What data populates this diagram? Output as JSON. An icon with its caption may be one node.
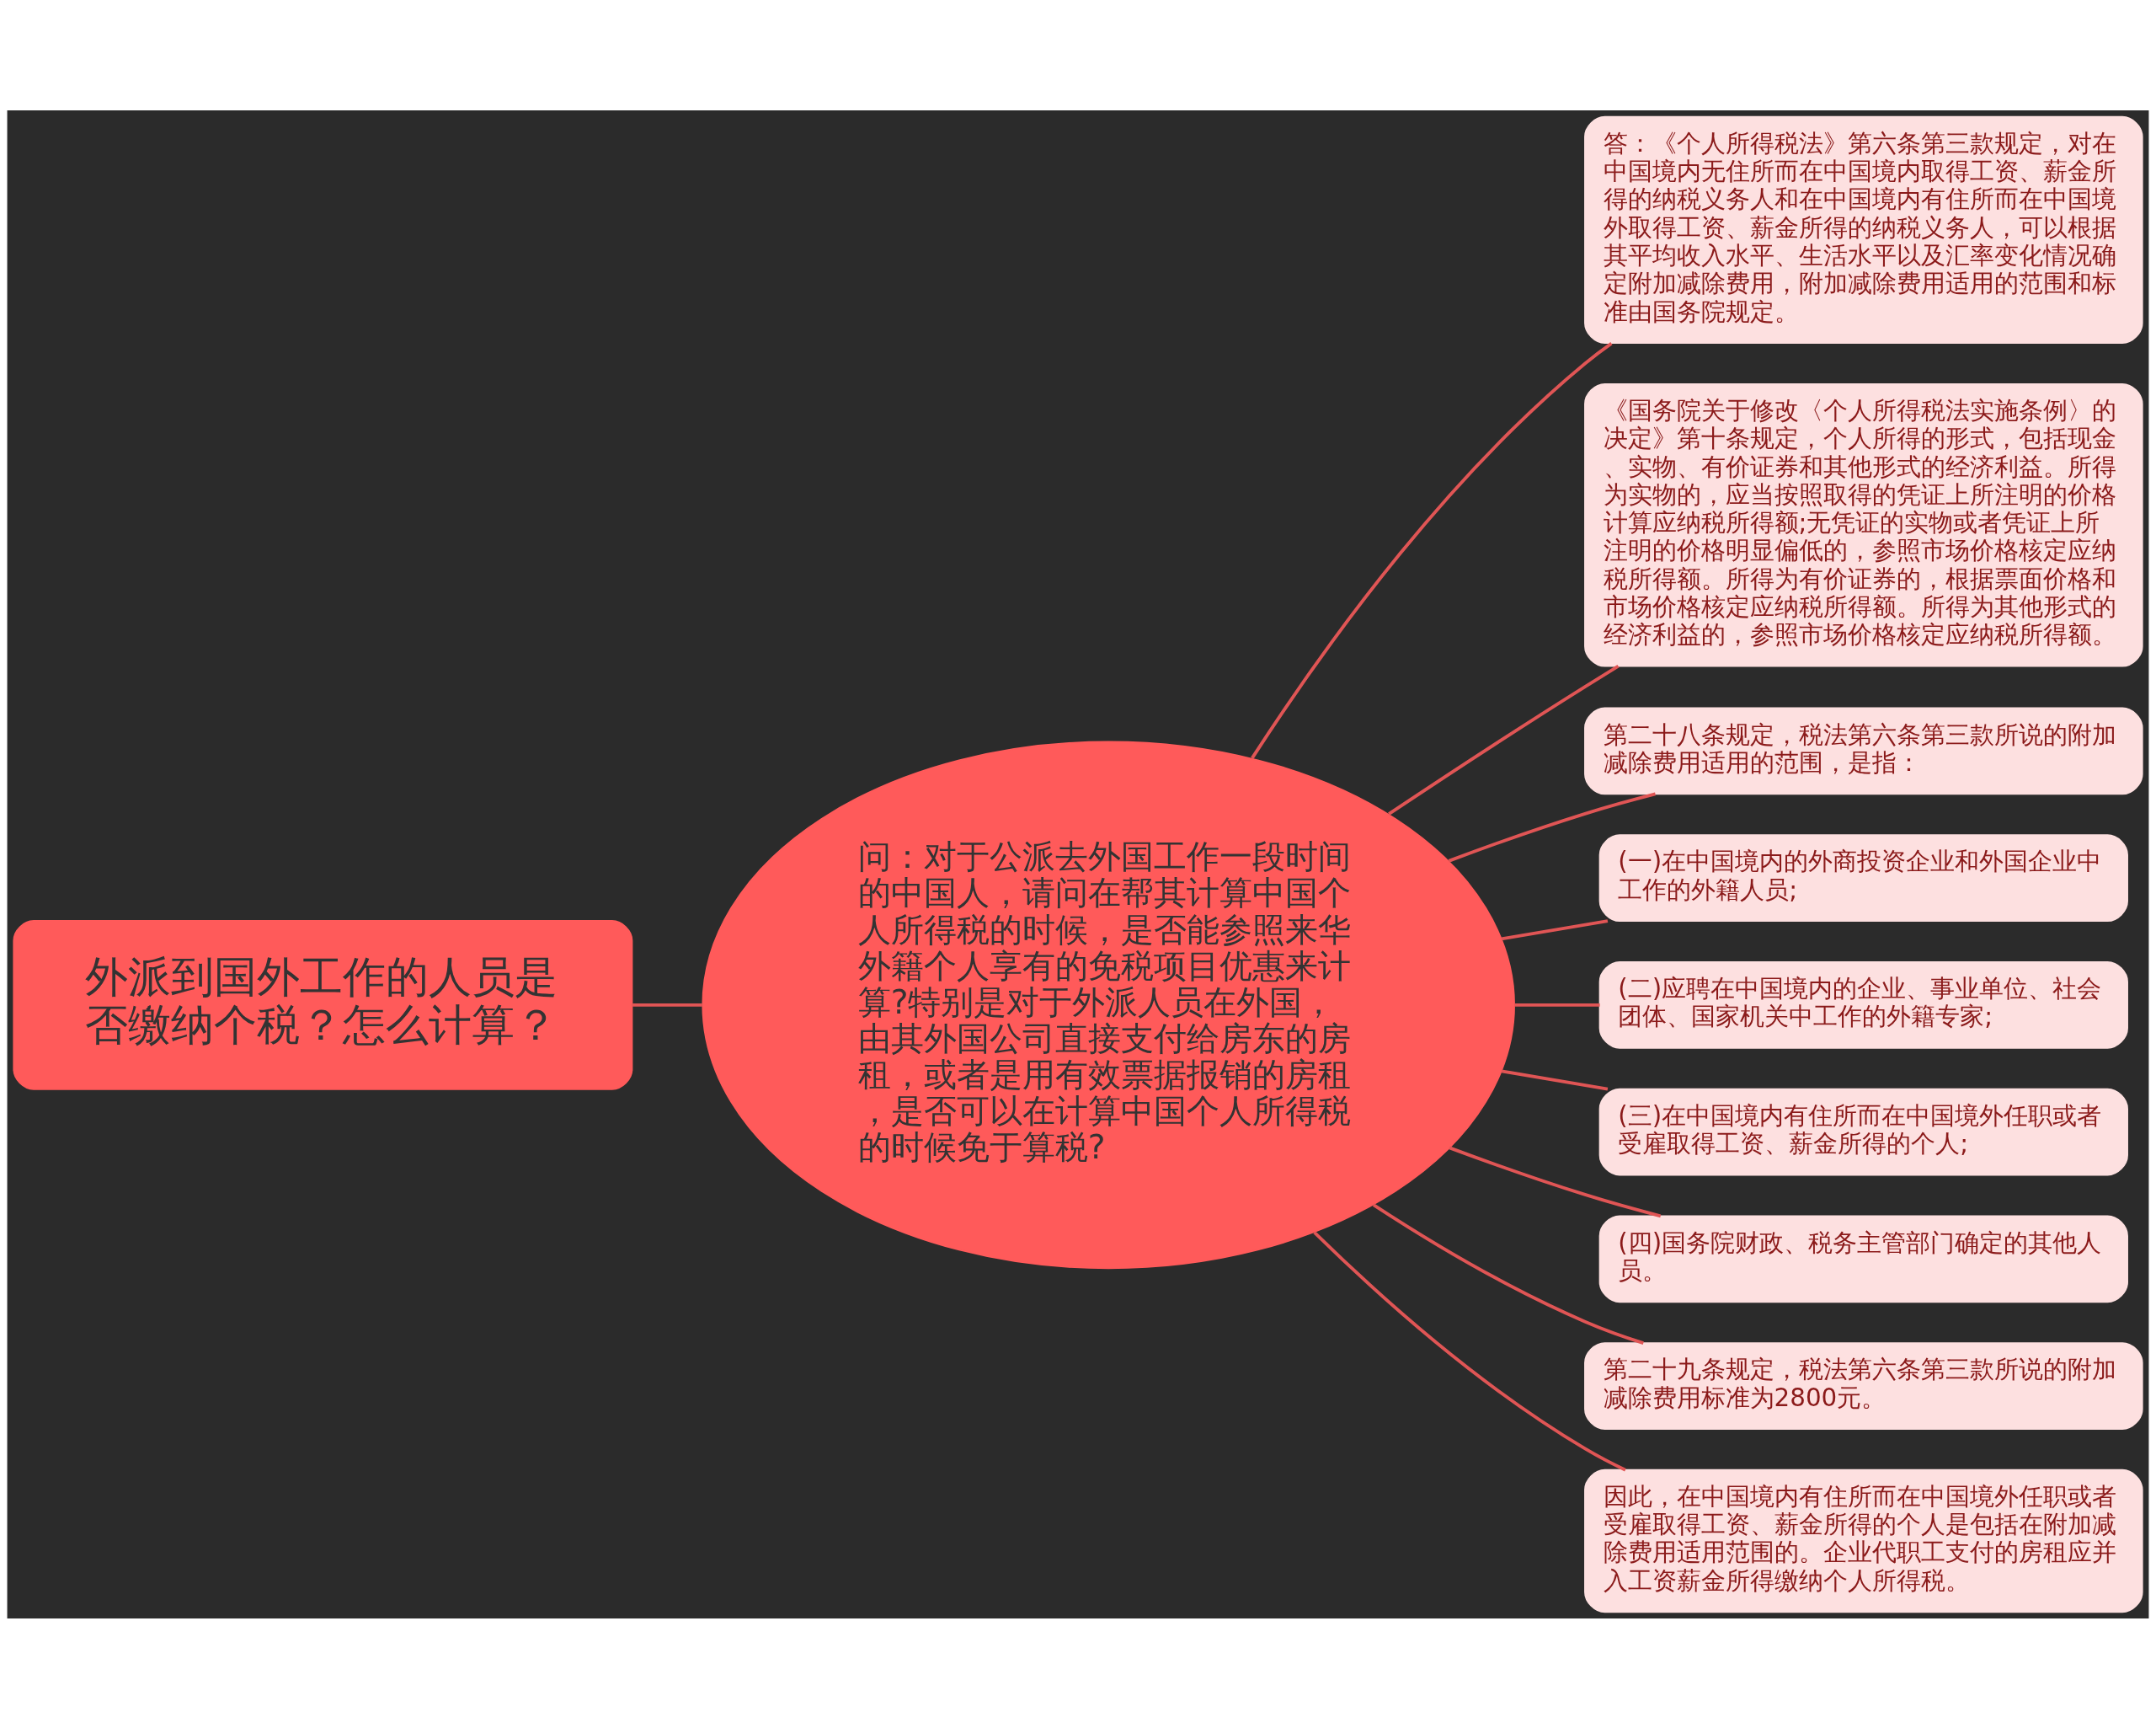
{
  "diagram": {
    "nodes": [
      {
        "text": [
          "外派到国外工作的人员是否缴纳个税？怎么计算？"
        ]
      },
      {
        "text": [
          "问：对于公派去外国工作一段时间的中国人，请问在帮其计算中国个人所得税的时候，是否能参照来华外籍个人享有的免税项目优惠来计算?特别是对于外派人员在外国，由其外国公司直接支付给房东的房租，或者是用有效票据报销的房租，是否可以在计算中国个人所得税的时候免于算税?"
        ]
      },
      {
        "text": [
          "答：《个人所得税法》第六条第三款规定，对在中国境内无住所而在中国境内取得工资、薪金所得的纳税义务人和在中国境内有住所而在中国境外取得工资、薪金所得的纳税义务人，可以根据其平均收入水平、生活水平以及汇率变化情况确定附加减除费用，附加减除费用适用的范围和标准由国务院规定。"
        ]
      },
      {
        "text": [
          "《国务院关于修改〈个人所得税法实施条例〉的决定》第十条规定，个人所得的形式，包括现金、实物、有价证券和其他形式的经济利益。所得为实物的，应当按照取得的凭证上所注明的价格计算应纳税所得额;无凭证的实物或者凭证上所注明的价格明显偏低的，参照市场价格核定应纳税所得额。所得为有价证券的，根据票面价格和市场价格核定应纳税所得额。所得为其他形式的经济利益的，参照市场价格核定应纳税所得额。"
        ]
      },
      {
        "text": [
          "第二十八条规定，税法第六条第三款所说的附加减除费用适用的范围，是指："
        ]
      },
      {
        "text": [
          "(一)在中国境内的外商投资企业和外国企业中工作的外籍人员;"
        ]
      },
      {
        "text": [
          "(二)应聘在中国境内的企业、事业单位、社会团体、国家机关中工作的外籍专家;"
        ]
      },
      {
        "text": [
          "(三)在中国境内有住所而在中国境外任职或者受雇取得工资、薪金所得的个人;"
        ]
      },
      {
        "text": [
          "(四)国务院财政、税务主管部门确定的其他人员。"
        ]
      },
      {
        "text": [
          "第二十九条规定，税法第六条第三款所说的附加减除费用标准为2800元。"
        ]
      },
      {
        "text": [
          "因此，在中国境内有住所而在中国境外任职或者受雇取得工资、薪金所得的个人是包括在附加减除费用适用范围的。企业代职工支付的房租应并入工资薪金所得缴纳个人所得税。"
        ]
      }
    ],
    "edges": [
      {
        "from": 0,
        "to": 1,
        "arrow": "none"
      },
      {
        "from": 1,
        "to": 2,
        "arrow": "none"
      },
      {
        "from": 1,
        "to": 3,
        "arrow": "none"
      },
      {
        "from": 1,
        "to": 4,
        "arrow": "none"
      },
      {
        "from": 1,
        "to": 5,
        "arrow": "none"
      },
      {
        "from": 1,
        "to": 6,
        "arrow": "none"
      },
      {
        "from": 1,
        "to": 7,
        "arrow": "none"
      },
      {
        "from": 1,
        "to": 8,
        "arrow": "none"
      },
      {
        "from": 1,
        "to": 9,
        "arrow": "none"
      },
      {
        "from": 1,
        "to": 10,
        "arrow": "none"
      }
    ]
  }
}
